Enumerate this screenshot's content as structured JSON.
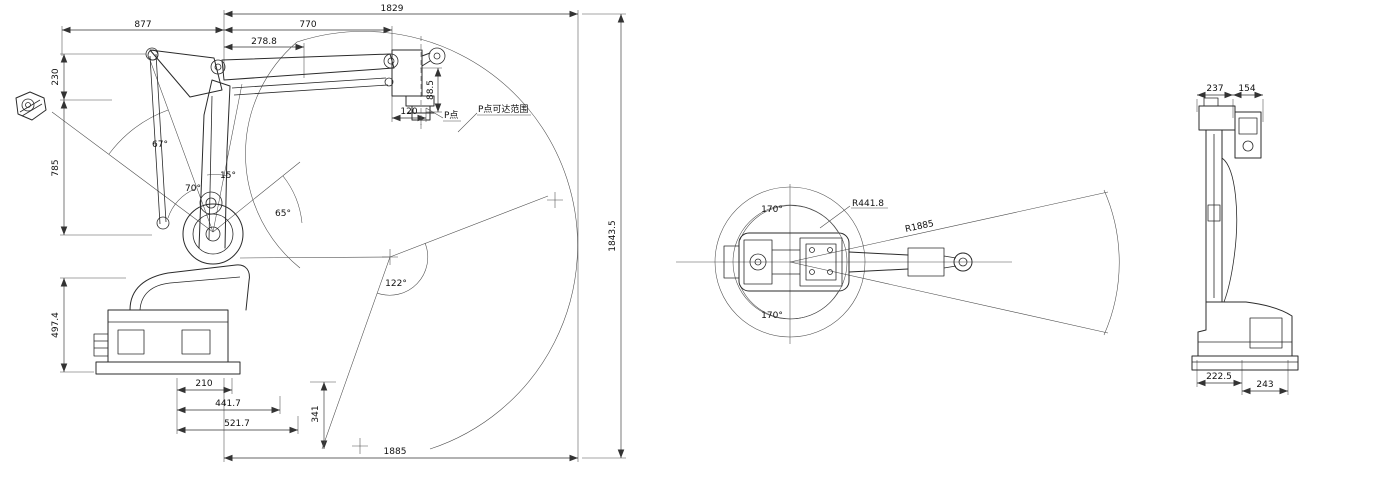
{
  "side": {
    "dims": {
      "total_top": "1829",
      "rear_reach": "877",
      "front_reach": "770",
      "link_offset": "278.8",
      "head": "230",
      "column": "785",
      "base_height": "497.4",
      "overall_height": "1843.5",
      "wrist_len": "120",
      "wrist_h": "88.5",
      "base_a": "210",
      "base_b": "441.7",
      "base_c": "521.7",
      "clearance": "341",
      "reach_width": "1885"
    },
    "angles": {
      "a1": "67°",
      "a2": "70°",
      "a3": "15°",
      "a4": "65°",
      "a5": "122°"
    },
    "notes": {
      "p_point": "P点",
      "p_range": "P点可达范围"
    }
  },
  "top": {
    "dims": {
      "r_inner": "R441.8",
      "reach": "R1885"
    },
    "angles": {
      "upper": "170°",
      "lower": "170°"
    }
  },
  "rear": {
    "dims": {
      "top_left": "237",
      "top_right": "154",
      "bottom_left": "222.5",
      "bottom_right": "243"
    }
  },
  "colors": {
    "line": "#2b2b2b",
    "dim": "#333333",
    "bg": "#ffffff"
  }
}
